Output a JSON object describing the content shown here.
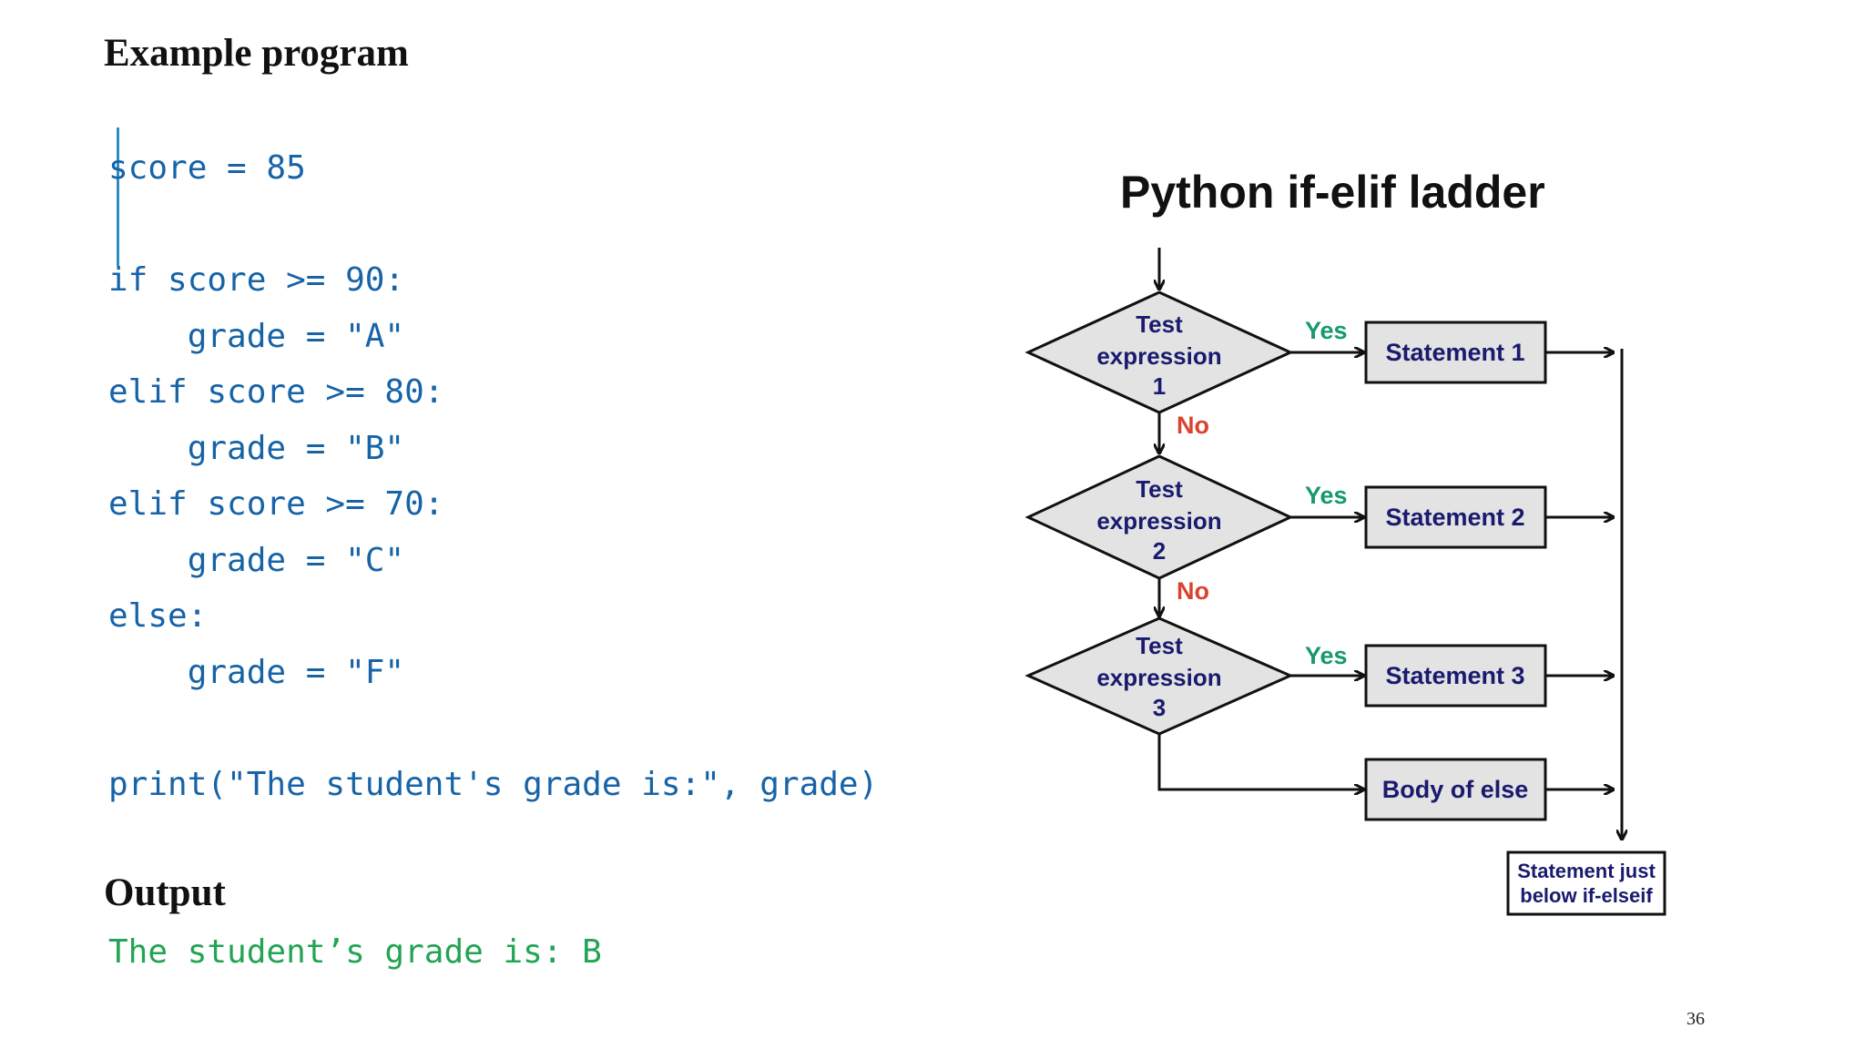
{
  "title": "Example program",
  "code_lines": [
    "score = 85",
    "",
    "if score >= 90:",
    "    grade = \"A\"",
    "elif score >= 80:",
    "    grade = \"B\"",
    "elif score >= 70:",
    "    grade = \"C\"",
    "else:",
    "    grade = \"F\"",
    "",
    "print(\"The student's grade is:\", grade)"
  ],
  "output_title": "Output",
  "output_text": "The student’s grade is: B",
  "page_number": "36",
  "diagram": {
    "title": "Python if-elif ladder",
    "tests": [
      {
        "line1": "Test",
        "line2": "expression",
        "line3": "1"
      },
      {
        "line1": "Test",
        "line2": "expression",
        "line3": "2"
      },
      {
        "line1": "Test",
        "line2": "expression",
        "line3": "3"
      }
    ],
    "yes_label": "Yes",
    "no_label": "No",
    "statements": [
      "Statement 1",
      "Statement 2",
      "Statement 3"
    ],
    "else_body": "Body of else",
    "after_line1": "Statement just",
    "after_line2": "below if-elseif",
    "colors": {
      "yes": "#179a6b",
      "no": "#d9432f",
      "code": "#1763a8",
      "output": "#22a454"
    }
  }
}
